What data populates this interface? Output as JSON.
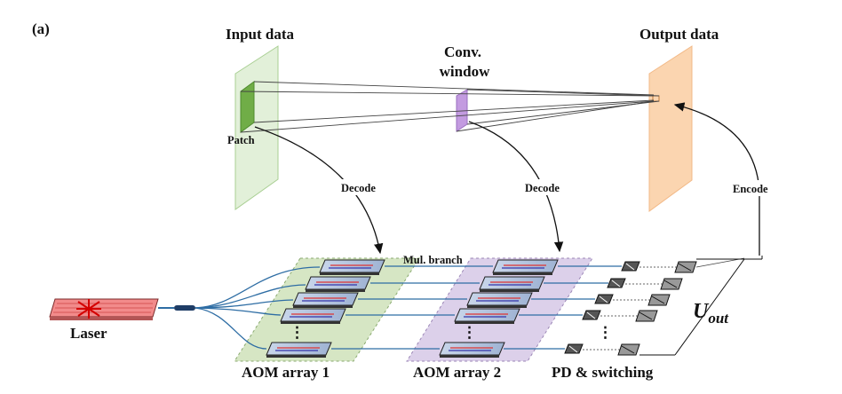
{
  "figure": {
    "panel_label": "(a)",
    "input_data_label": "Input data",
    "conv_window_label_line1": "Conv.",
    "conv_window_label_line2": "window",
    "output_data_label": "Output data",
    "patch_label": "Patch",
    "decode_label_1": "Decode",
    "decode_label_2": "Decode",
    "encode_label": "Encode",
    "mul_branch_label": "Mul. branch",
    "laser_label": "Laser",
    "aom_array_1_label": "AOM array 1",
    "aom_array_2_label": "AOM array 2",
    "pd_switching_label": "PD & switching",
    "u_out_label": "U",
    "u_out_sub": "out",
    "dots": "⋮"
  },
  "colors": {
    "input_plane": "#e2f0d9",
    "patch": "#70ad47",
    "conv_window": "#c39be0",
    "output_plane": "#fbd5b0",
    "aom1_region": "#d6e6c4",
    "aom2_region": "#dcd0ea",
    "fiber": "#2e6da4",
    "laser": "#f28b8b"
  }
}
